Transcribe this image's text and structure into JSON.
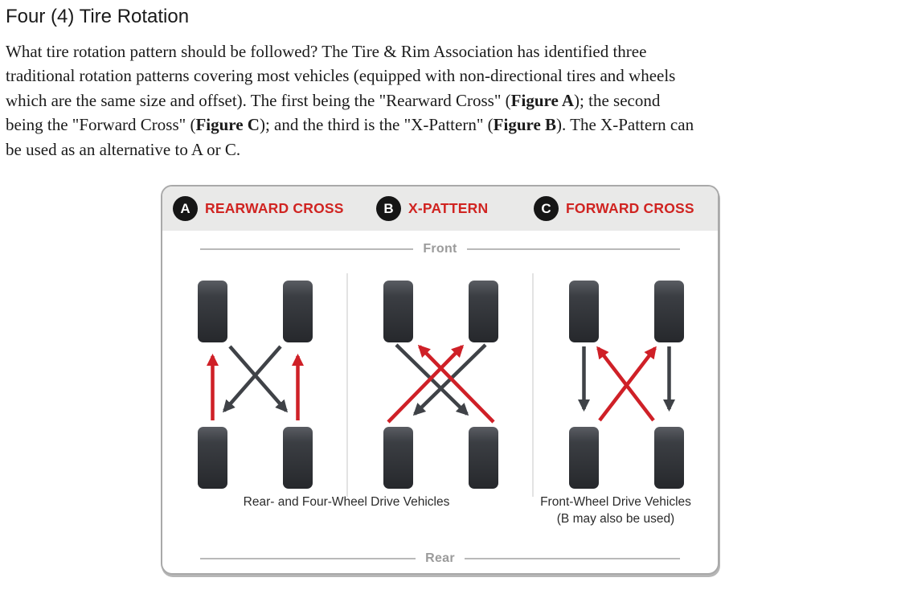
{
  "article": {
    "title": "Four (4) Tire Rotation",
    "paragraph_lines": [
      [
        {
          "t": "What tire rotation pattern should be followed? The Tire & Rim Association has identified three"
        }
      ],
      [
        {
          "t": "traditional rotation patterns covering most vehicles (equipped with non-directional tires and wheels"
        }
      ],
      [
        {
          "t": "which are the same size and offset). The first being the \"Rearward Cross\" ("
        },
        {
          "t": "Figure A",
          "b": true
        },
        {
          "t": "); the second"
        }
      ],
      [
        {
          "t": "being the \"Forward Cross\" ("
        },
        {
          "t": "Figure C",
          "b": true
        },
        {
          "t": "); and the third is the \"X-Pattern\" ("
        },
        {
          "t": "Figure B",
          "b": true
        },
        {
          "t": "). The X-Pattern can"
        }
      ],
      [
        {
          "t": "be used as an alternative to A or C."
        }
      ]
    ]
  },
  "diagram": {
    "legend": [
      {
        "badge": "A",
        "label": "REARWARD CROSS"
      },
      {
        "badge": "B",
        "label": "X-PATTERN"
      },
      {
        "badge": "C",
        "label": "FORWARD CROSS"
      }
    ],
    "front_label": "Front",
    "rear_label": "Rear",
    "caption_left": "Rear- and Four-Wheel Drive Vehicles",
    "caption_right_line1": "Front-Wheel Drive Vehicles",
    "caption_right_line2": "(B may also be used)",
    "figures": [
      {
        "badge": "A",
        "pattern": "rearward-cross",
        "red_arrows": "rear tires move straight forward",
        "dark_arrows": "front tires cross to opposite rear"
      },
      {
        "badge": "B",
        "pattern": "x-pattern",
        "red_arrows": "rear tires cross to opposite front",
        "dark_arrows": "front tires cross to opposite rear"
      },
      {
        "badge": "C",
        "pattern": "forward-cross",
        "red_arrows": "rear tires cross to opposite front",
        "dark_arrows": "front tires move straight back"
      }
    ],
    "colors": {
      "accent_red": "#d02421",
      "arrow_red": "#cf2027",
      "arrow_dark": "#3f4247",
      "badge_black": "#161616",
      "label_gray": "#9b9b9b",
      "header_band": "#e9e9e8"
    }
  }
}
